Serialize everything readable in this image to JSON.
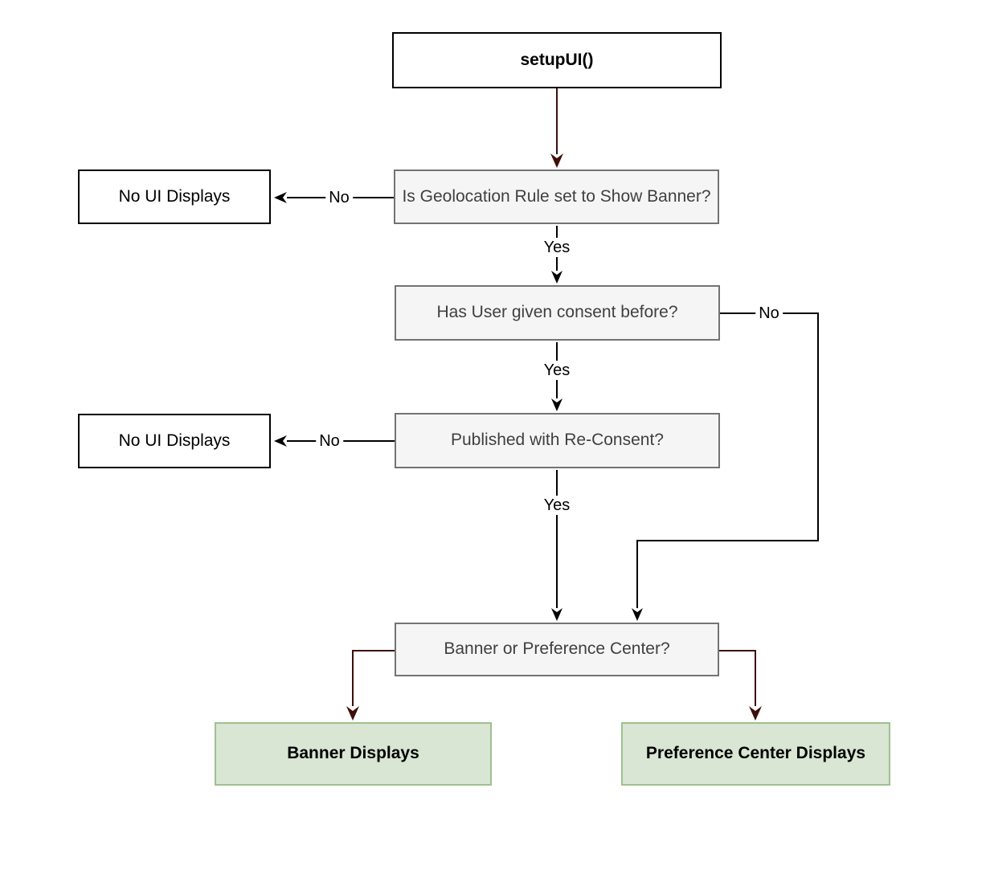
{
  "diagram": {
    "nodes": {
      "setup": {
        "label": "setupUI()"
      },
      "geo_rule": {
        "label": "Is Geolocation Rule set to Show Banner?"
      },
      "no_ui_top": {
        "label": "No UI Displays"
      },
      "consent_before": {
        "label": "Has User given consent before?"
      },
      "no_ui_mid": {
        "label": "No UI Displays"
      },
      "reconsent": {
        "label": "Published with Re-Consent?"
      },
      "banner_or_pref": {
        "label": "Banner or Preference Center?"
      },
      "banner_displays": {
        "label": "Banner Displays"
      },
      "pref_center_displays": {
        "label": "Preference Center Displays"
      }
    },
    "edge_labels": {
      "geo_no": "No",
      "geo_yes": "Yes",
      "consent_no": "No",
      "consent_yes": "Yes",
      "reconsent_no": "No",
      "reconsent_yes": "Yes"
    },
    "colors": {
      "canvas": "#ffffff",
      "accent-line": "#3d100a",
      "flow-line": "#000000",
      "decision-fill": "#f5f5f5",
      "decision-border": "#737373",
      "decision-text": "#404040",
      "plain-fill": "#ffffff",
      "plain-border": "#000000",
      "terminal-fill": "#d8e6d3",
      "terminal-border": "#a0c090"
    }
  }
}
